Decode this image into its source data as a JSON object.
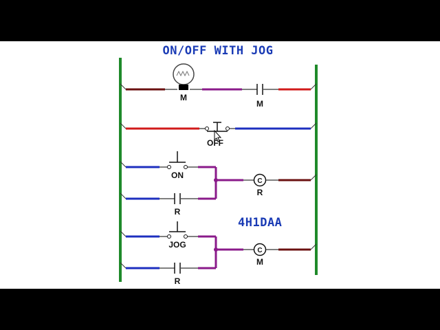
{
  "diagram": {
    "title": "ON/OFF WITH JOG",
    "code": "4H1DAA",
    "labels": {
      "lamp": "M",
      "motor_contact": "M",
      "off_button": "OFF",
      "on_button": "ON",
      "seal_contact": "R",
      "relay_coil": "C",
      "relay_label": "R",
      "jog_button": "JOG",
      "jog_contact": "R",
      "motor_coil": "C",
      "motor_label": "M"
    },
    "colors": {
      "rail": "#1f8a2a",
      "wire_red": "#d11a1a",
      "wire_blue": "#1d2fbf",
      "wire_purple": "#8a1a8a",
      "wire_maroon": "#6b1010",
      "title_blue": "#1a3bb5"
    }
  }
}
